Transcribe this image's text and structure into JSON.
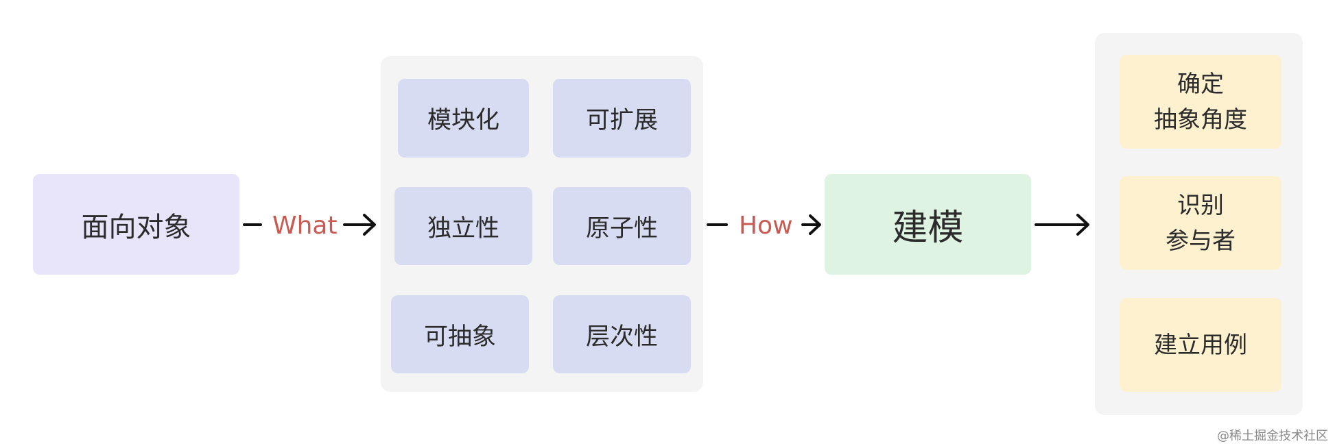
{
  "source_node": "面向对象",
  "what_label": "What",
  "how_label": "How",
  "traits": [
    "模块化",
    "可扩展",
    "独立性",
    "原子性",
    "可抽象",
    "层次性"
  ],
  "modeling_node": "建模",
  "steps": [
    {
      "line1": "确定",
      "line2": "抽象角度"
    },
    {
      "line1": "识别",
      "line2": "参与者"
    },
    {
      "line1": "建立用例",
      "line2": ""
    }
  ],
  "watermark": "@稀土掘金技术社区",
  "colors": {
    "label": "#c85a52",
    "source": "#e8e4fa",
    "trait": "#d8dcf2",
    "modeling": "#dff3e2",
    "step": "#fdf1cf",
    "group": "#f4f4f4"
  }
}
